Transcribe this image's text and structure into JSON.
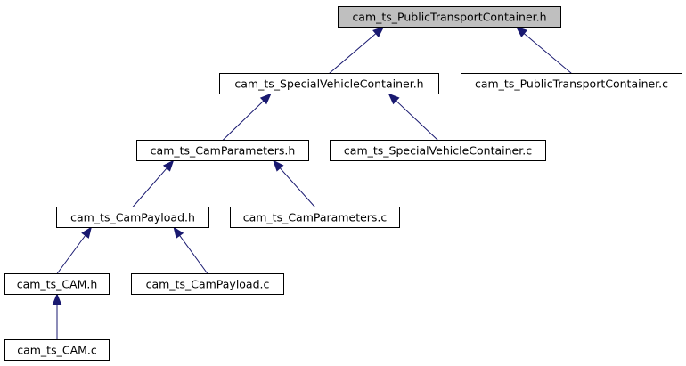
{
  "diagram": {
    "type": "include-dependency-graph",
    "colors": {
      "root_fill": "#bfbfbf",
      "node_fill": "#ffffff",
      "node_border": "#000000",
      "edge": "#191970"
    },
    "nodes": [
      {
        "id": "n0",
        "label": "cam_ts_PublicTransportContainer.h",
        "root": true
      },
      {
        "id": "n1",
        "label": "cam_ts_SpecialVehicleContainer.h"
      },
      {
        "id": "n2",
        "label": "cam_ts_PublicTransportContainer.c"
      },
      {
        "id": "n3",
        "label": "cam_ts_CamParameters.h"
      },
      {
        "id": "n4",
        "label": "cam_ts_SpecialVehicleContainer.c"
      },
      {
        "id": "n5",
        "label": "cam_ts_CamPayload.h"
      },
      {
        "id": "n6",
        "label": "cam_ts_CamParameters.c"
      },
      {
        "id": "n7",
        "label": "cam_ts_CAM.h"
      },
      {
        "id": "n8",
        "label": "cam_ts_CamPayload.c"
      },
      {
        "id": "n9",
        "label": "cam_ts_CAM.c"
      }
    ],
    "edges": [
      {
        "from": "n1",
        "to": "n0"
      },
      {
        "from": "n2",
        "to": "n0"
      },
      {
        "from": "n3",
        "to": "n1"
      },
      {
        "from": "n4",
        "to": "n1"
      },
      {
        "from": "n5",
        "to": "n3"
      },
      {
        "from": "n6",
        "to": "n3"
      },
      {
        "from": "n7",
        "to": "n5"
      },
      {
        "from": "n8",
        "to": "n5"
      },
      {
        "from": "n9",
        "to": "n7"
      }
    ]
  }
}
